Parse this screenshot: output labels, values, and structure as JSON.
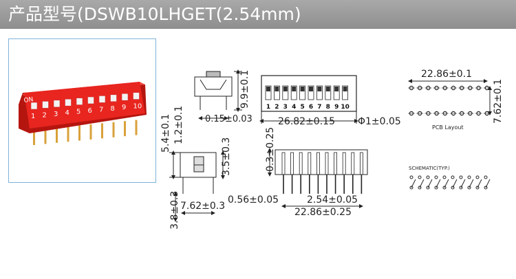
{
  "header": {
    "title": "产品型号(DSWB10LHGET(2.54mm)"
  },
  "photo": {
    "on_label": "ON",
    "numbers": [
      "1",
      "2",
      "3",
      "4",
      "5",
      "6",
      "7",
      "8",
      "9",
      "10"
    ],
    "colors": {
      "body": "#e8251f",
      "body_shadow": "#b5150f",
      "pin": "#d9a13a"
    }
  },
  "front_view": {
    "numbers": [
      "1",
      "2",
      "3",
      "4",
      "5",
      "6",
      "7",
      "8",
      "9",
      "10"
    ]
  },
  "dimensions": {
    "height_top": "9.9±0.1",
    "pin_width": "0.15±0.03",
    "body_length": "26.82±0.15",
    "hole_diameter": "Φ1±0.05",
    "pcb_length": "22.86±0.1",
    "pcb_width": "7.62±0.1",
    "side_top": "5.4±0.1",
    "actuator": "1.2±0.1",
    "side_body": "3.5±0.3",
    "side_lead": "3.8±0.3",
    "side_span": "7.62±0.3",
    "front_offset": "0.3±0.25",
    "lead_thickness": "0.56±0.05",
    "pitch": "2.54±0.05",
    "front_span": "22.86±0.25"
  },
  "labels": {
    "pcb_layout": "PCB Layout",
    "schematic": "SCHEMATIC(TYP.)"
  }
}
